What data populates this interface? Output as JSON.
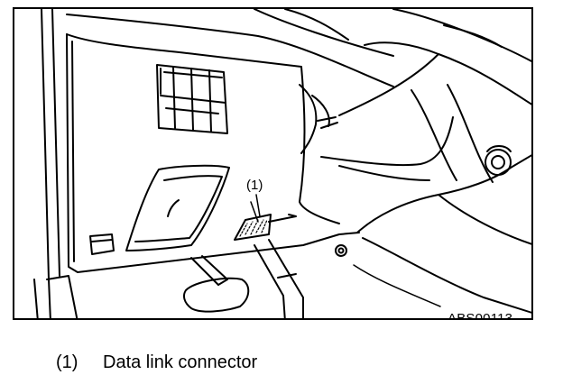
{
  "figure": {
    "callout": "(1)",
    "code": "ABS00113",
    "icon": "data-link-connector-location-illustration"
  },
  "caption": {
    "number": "(1)",
    "text": "Data link connector"
  }
}
